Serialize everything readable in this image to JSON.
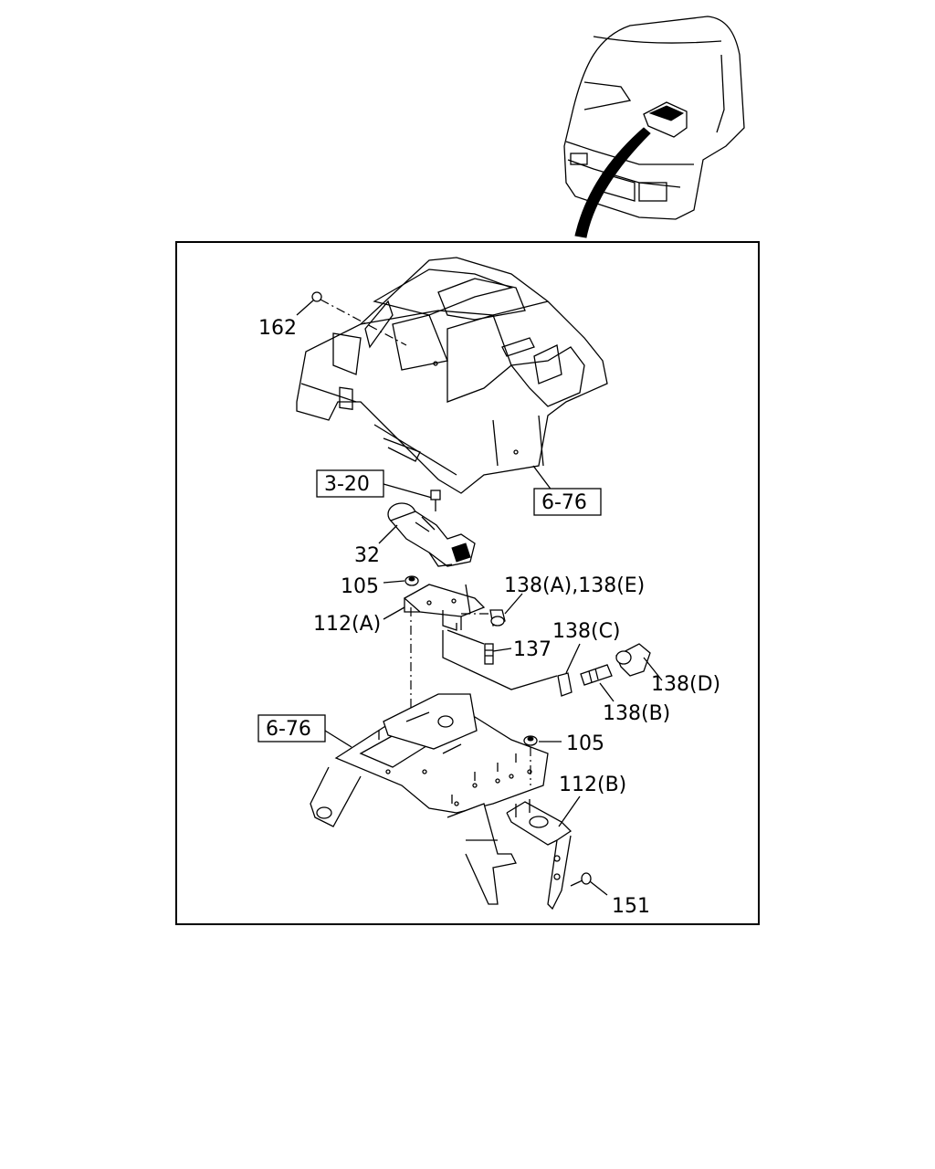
{
  "callouts": [
    {
      "id": "162",
      "text": "162"
    },
    {
      "id": "32",
      "text": "32"
    },
    {
      "id": "105a",
      "text": "105"
    },
    {
      "id": "112a",
      "text": "112(A)"
    },
    {
      "id": "138ae",
      "text": "138(A),138(E)"
    },
    {
      "id": "137",
      "text": "137"
    },
    {
      "id": "138c",
      "text": "138(C)"
    },
    {
      "id": "138d",
      "text": "138(D)"
    },
    {
      "id": "138b",
      "text": "138(B)"
    },
    {
      "id": "105b",
      "text": "105"
    },
    {
      "id": "112b",
      "text": "112(B)"
    },
    {
      "id": "151",
      "text": "151"
    }
  ],
  "refs": [
    {
      "id": "ref320",
      "text": "3-20"
    },
    {
      "id": "ref676a",
      "text": "6-76"
    },
    {
      "id": "ref676b",
      "text": "6-76"
    }
  ]
}
